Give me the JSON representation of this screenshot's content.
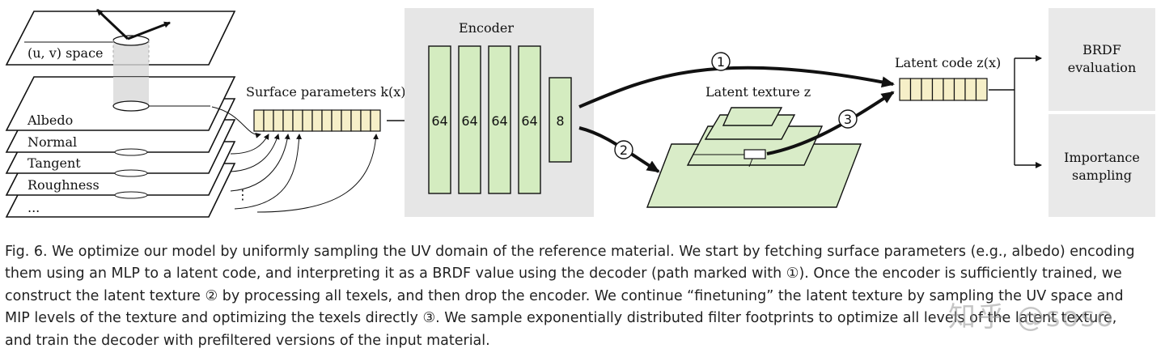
{
  "diagram": {
    "uv_space_label": "(u, v) space",
    "layers": [
      "Albedo",
      "Normal",
      "Tangent",
      "Roughness",
      "..."
    ],
    "vertical_dots": "⋮",
    "surface_parameters_label": "Surface parameters k(x)",
    "encoder_title": "Encoder",
    "encoder_layers": [
      "64",
      "64",
      "64",
      "64",
      "8"
    ],
    "latent_texture_label": "Latent texture z",
    "latent_code_label": "Latent code z(x)",
    "path_markers": [
      "1",
      "2",
      "3"
    ],
    "outputs": [
      {
        "line1": "BRDF",
        "line2": "evaluation"
      },
      {
        "line1": "Importance",
        "line2": "sampling"
      }
    ],
    "colors": {
      "latent_fill": "#f6efc8",
      "mip_fill": "#d9ecc8",
      "encoder_bg": "#e6e6e6",
      "layer_green": "#d4ecc0",
      "output_bg": "#e9e9e9"
    }
  },
  "caption": {
    "line1": "Fig. 6.  We optimize our model by uniformly sampling the UV domain of the reference material. We start by fetching surface parameters (e.g., albedo) encoding",
    "line2": "them using an MLP to a latent code, and interpreting it as a BRDF value using the decoder (path marked with ①). Once the encoder is sufficiently trained, we",
    "line3": "construct the latent texture ② by processing all texels, and then drop the encoder. We continue “finetuning” the latent texture by sampling the UV space and",
    "line4": "MIP levels of the texture and optimizing the texels directly ③. We sample exponentially distributed filter footprints to optimize all levels of the latent texture,",
    "line5": "and train the decoder with prefiltered versions of the input material."
  },
  "watermark": "知乎 @soso"
}
